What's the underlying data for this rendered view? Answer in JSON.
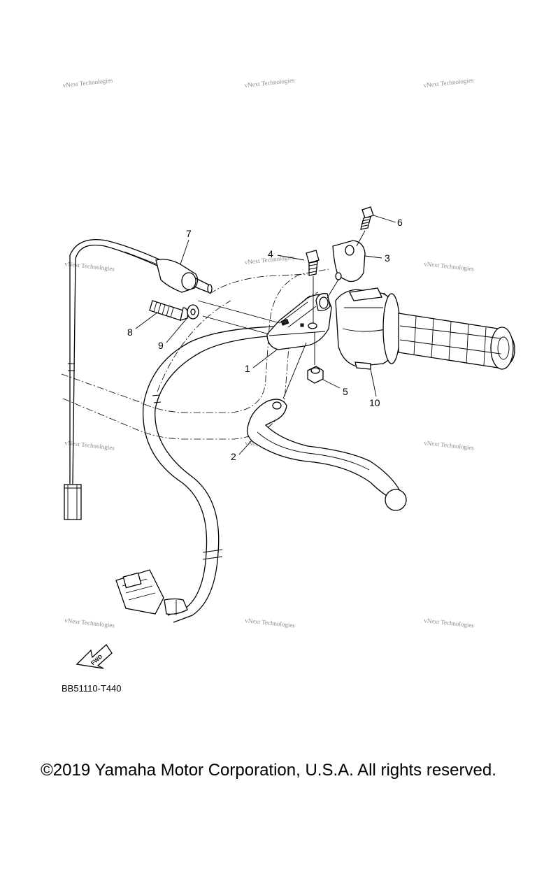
{
  "diagram": {
    "callouts": [
      {
        "id": "1",
        "label": "1"
      },
      {
        "id": "2",
        "label": "2"
      },
      {
        "id": "3",
        "label": "3"
      },
      {
        "id": "4",
        "label": "4"
      },
      {
        "id": "5",
        "label": "5"
      },
      {
        "id": "6",
        "label": "6"
      },
      {
        "id": "7",
        "label": "7"
      },
      {
        "id": "8",
        "label": "8"
      },
      {
        "id": "9",
        "label": "9"
      },
      {
        "id": "10",
        "label": "10"
      }
    ],
    "direction_label": "FWD",
    "diagram_code": "BB51110-T440",
    "watermark": "vNext Technologies"
  },
  "footer": {
    "copyright": "©2019 Yamaha Motor Corporation, U.S.A. All rights reserved."
  }
}
